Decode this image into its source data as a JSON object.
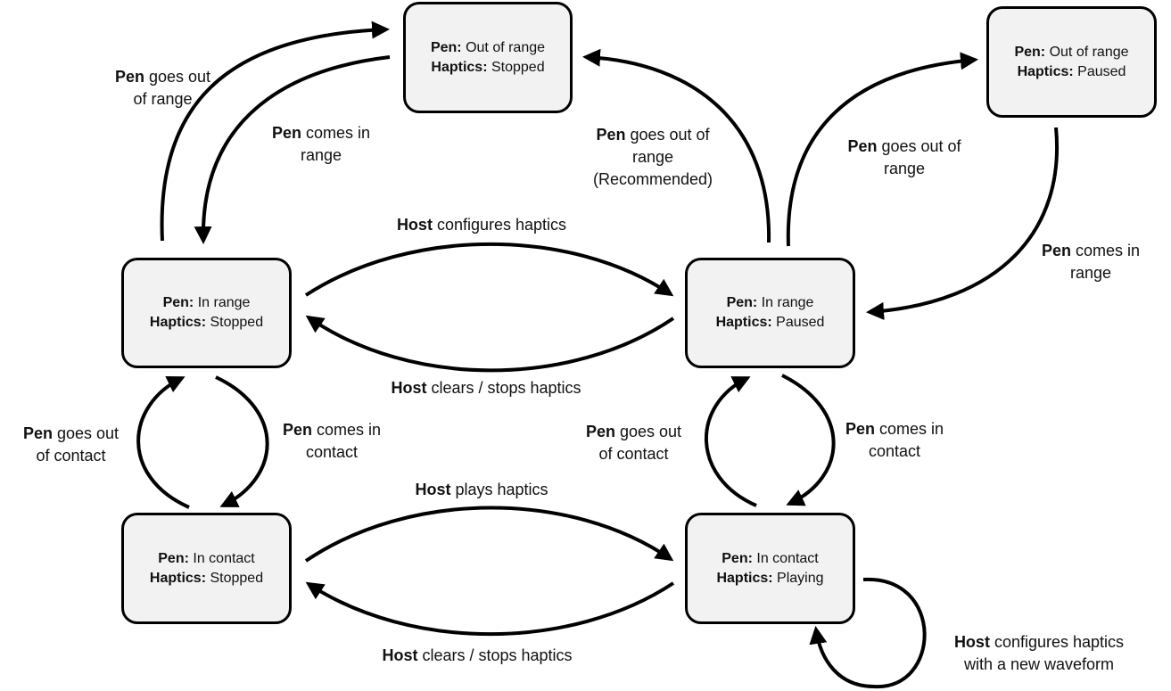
{
  "states": {
    "out_stopped": {
      "pen_key": "Pen:",
      "pen_value": "Out of range",
      "haptics_key": "Haptics:",
      "haptics_value": "Stopped"
    },
    "out_paused": {
      "pen_key": "Pen:",
      "pen_value": "Out of range",
      "haptics_key": "Haptics:",
      "haptics_value": "Paused"
    },
    "range_stopped": {
      "pen_key": "Pen:",
      "pen_value": "In range",
      "haptics_key": "Haptics:",
      "haptics_value": "Stopped"
    },
    "range_paused": {
      "pen_key": "Pen:",
      "pen_value": "In range",
      "haptics_key": "Haptics:",
      "haptics_value": "Paused"
    },
    "contact_stopped": {
      "pen_key": "Pen:",
      "pen_value": "In contact",
      "haptics_key": "Haptics:",
      "haptics_value": "Stopped"
    },
    "contact_playing": {
      "pen_key": "Pen:",
      "pen_value": "In contact",
      "haptics_key": "Haptics:",
      "haptics_value": "Playing"
    }
  },
  "transitions": {
    "rs_to_os": {
      "actor": "Pen",
      "line1": "goes out",
      "line2": "of range"
    },
    "os_to_rs": {
      "actor": "Pen",
      "line1": "comes in",
      "line2": "range"
    },
    "rp_to_os": {
      "actor": "Pen",
      "line1": "goes out of",
      "line2": "range",
      "line3": "(Recommended)"
    },
    "rp_to_op": {
      "actor": "Pen",
      "line1": "goes out of",
      "line2": "range"
    },
    "op_to_rp": {
      "actor": "Pen",
      "line1": "comes in",
      "line2": "range"
    },
    "rs_to_rp": {
      "actor": "Host",
      "text": "configures haptics"
    },
    "rp_to_rs": {
      "actor": "Host",
      "text": "clears / stops haptics"
    },
    "cs_to_rs": {
      "actor": "Pen",
      "line1": "goes out",
      "line2": "of contact"
    },
    "rs_to_cs": {
      "actor": "Pen",
      "line1": "comes in",
      "line2": "contact"
    },
    "cp_to_rp": {
      "actor": "Pen",
      "line1": "goes out",
      "line2": "of contact"
    },
    "rp_to_cp": {
      "actor": "Pen",
      "line1": "comes in",
      "line2": "contact"
    },
    "cs_to_cp": {
      "actor": "Host",
      "text": "plays haptics"
    },
    "cp_to_cs": {
      "actor": "Host",
      "text": "clears / stops haptics"
    },
    "cp_self": {
      "actor": "Host",
      "line1": "configures haptics",
      "line2": "with a new waveform"
    }
  }
}
